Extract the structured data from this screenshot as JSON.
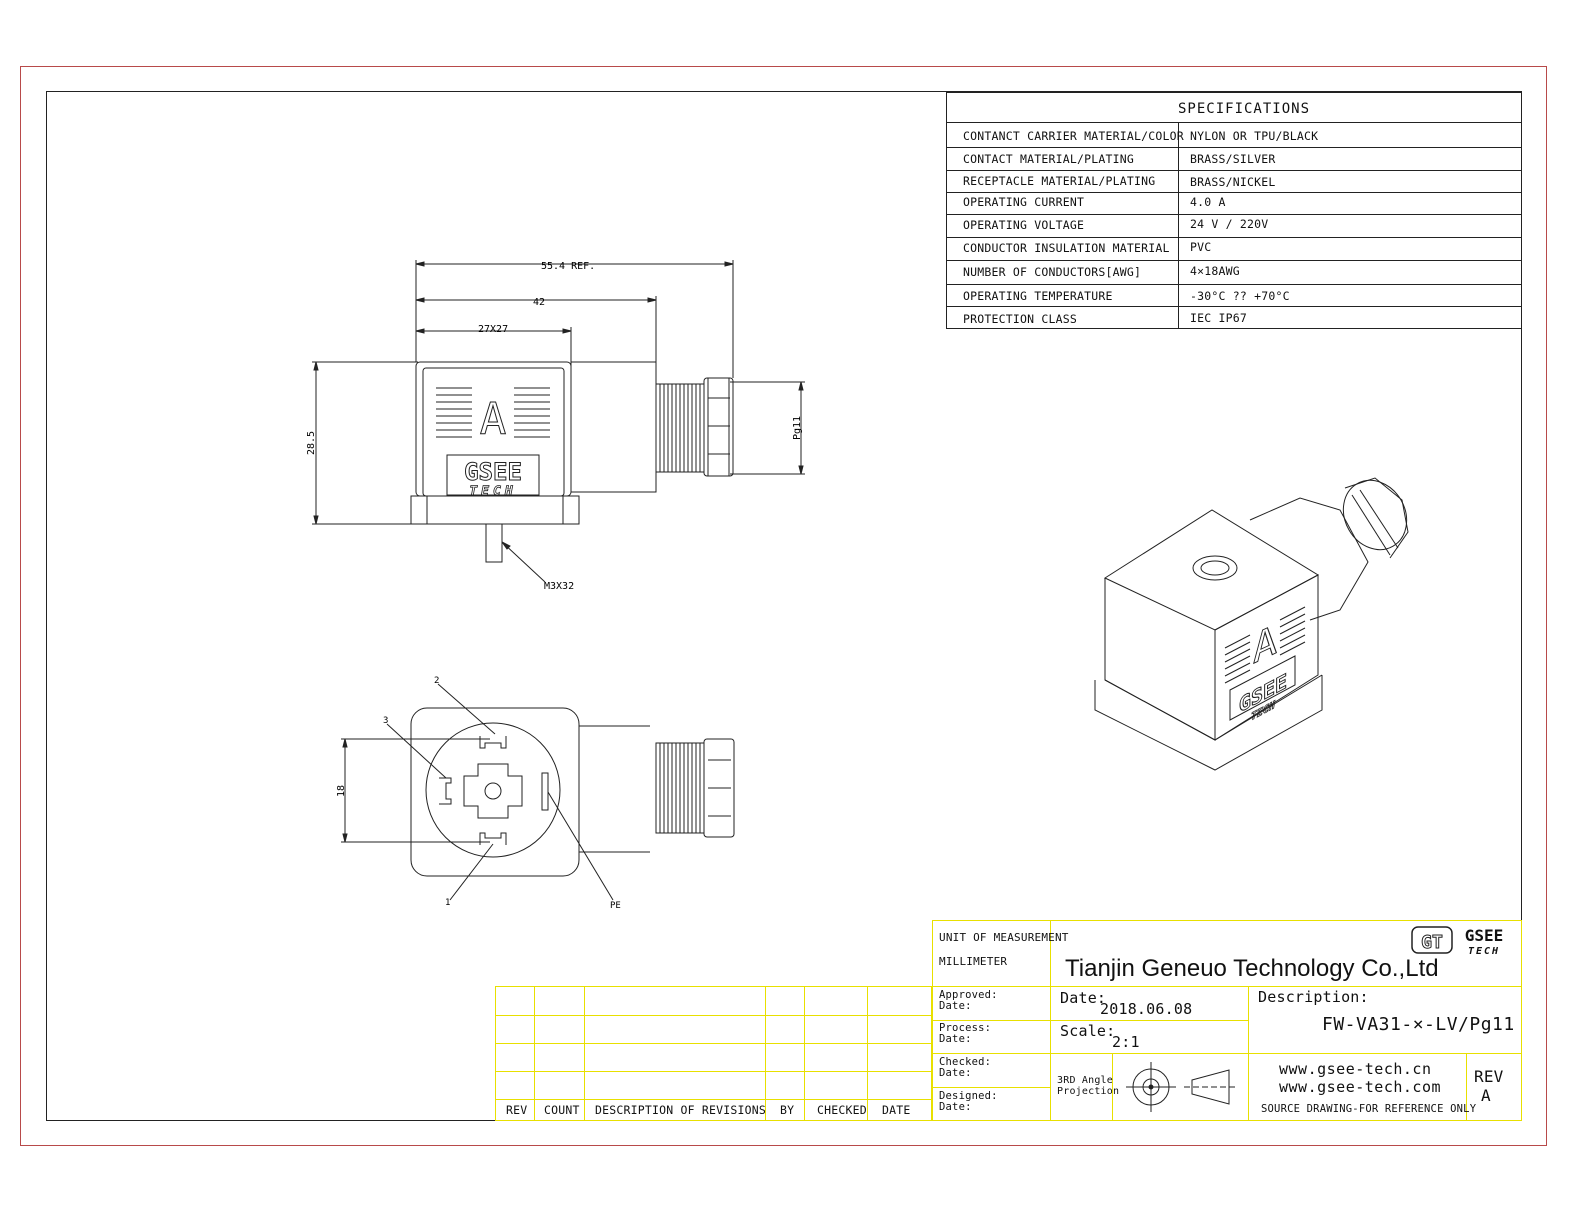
{
  "specifications": {
    "title": "SPECIFICATIONS",
    "rows": [
      {
        "label": "CONTANCT CARRIER MATERIAL/COLOR",
        "value": "NYLON OR TPU/BLACK"
      },
      {
        "label": "CONTACT MATERIAL/PLATING",
        "value": "BRASS/SILVER"
      },
      {
        "label": "RECEPTACLE MATERIAL/PLATING",
        "value": "BRASS/NICKEL"
      },
      {
        "label": "OPERATING CURRENT",
        "value": "4.0 A"
      },
      {
        "label": "OPERATING VOLTAGE",
        "value": "24 V / 220V"
      },
      {
        "label": "CONDUCTOR INSULATION MATERIAL",
        "value": "PVC"
      },
      {
        "label": "NUMBER  OF  CONDUCTORS[AWG]",
        "value": "4×18AWG"
      },
      {
        "label": "OPERATING TEMPERATURE",
        "value": "-30°C ?? +70°C"
      },
      {
        "label": "PROTECTION CLASS",
        "value": "IEC  IP67"
      }
    ]
  },
  "front_view": {
    "dim_overall": "55.4 REF.",
    "dim_42": "42",
    "dim_27": "27X27",
    "dim_height": "28.5",
    "dim_pg": "Pg11",
    "screw_label": "M3X32",
    "face_letter": "A",
    "logo_top": "GSEE",
    "logo_bottom": "TECH"
  },
  "bottom_view": {
    "dim_18": "18",
    "pin_1": "1",
    "pin_2": "2",
    "pin_3": "3",
    "pin_pe": "PE"
  },
  "iso_view": {
    "face_letter": "A",
    "logo_top": "GSEE",
    "logo_bottom": "TECH"
  },
  "revisions": {
    "headers": [
      "REV",
      "COUNT",
      "DESCRIPTION  OF  REVISIONS",
      "BY",
      "CHECKED",
      "DATE"
    ]
  },
  "title_block": {
    "unit_label": "UNIT OF MEASUREMENT",
    "unit_value": "MILLIMETER",
    "company": "Tianjin Geneuo Technology Co.,Ltd",
    "logo_mark": "GT",
    "logo_top": "GSEE",
    "logo_bottom": "TECH",
    "approved_label": "Approved:",
    "process_label": "Process:",
    "checked_label": "Checked:",
    "designed_label": "Designed:",
    "date_sub": "Date:",
    "date_label": "Date:",
    "date_value": "2018.06.08",
    "scale_label": "Scale:",
    "scale_value": "2:1",
    "projection_line1": "3RD Angle",
    "projection_line2": "Projection",
    "description_label": "Description:",
    "description_value": "FW-VA31-×-LV/Pg11",
    "url1": "www.gsee-tech.cn",
    "url2": "www.gsee-tech.com",
    "rev_label": "REV",
    "rev_value": "A",
    "source_note": "SOURCE DRAWING-FOR REFERENCE ONLY"
  },
  "colors": {
    "frame_outer": "#b84a4a",
    "title_block_border": "#e8e000",
    "line": "#222222"
  }
}
